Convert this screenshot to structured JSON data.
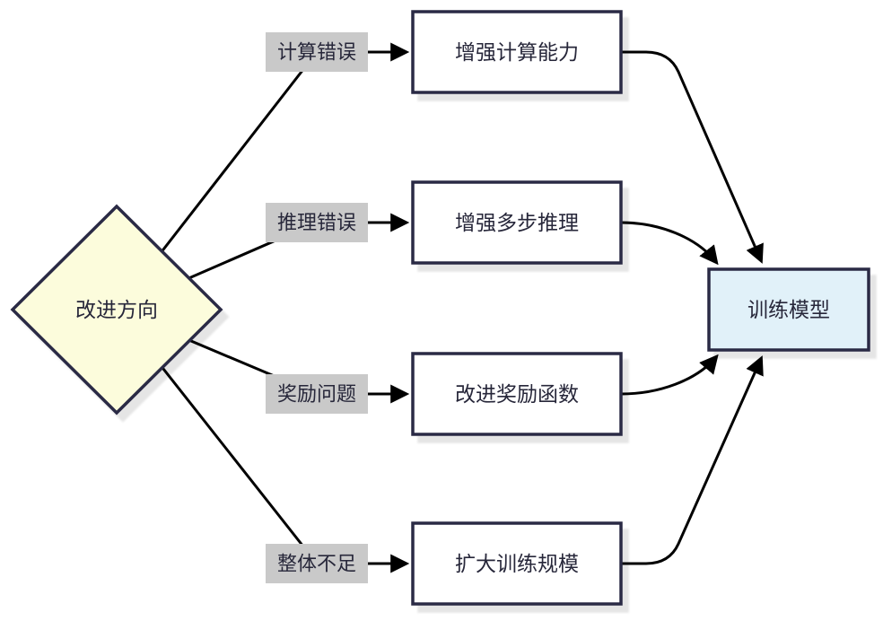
{
  "diagram_type": "flowchart",
  "decision": {
    "label": "改进方向"
  },
  "branches": [
    {
      "edge_label": "计算错误",
      "node_label": "增强计算能力"
    },
    {
      "edge_label": "推理错误",
      "node_label": "增强多步推理"
    },
    {
      "edge_label": "奖励问题",
      "node_label": "改进奖励函数"
    },
    {
      "edge_label": "整体不足",
      "node_label": "扩大训练规模"
    }
  ],
  "target": {
    "label": "训练模型"
  },
  "colors": {
    "background": "#ffffff",
    "decision_fill": "#fcfcdc",
    "node_fill": "#ffffff",
    "target_fill": "#e1f1f9",
    "border": "#2a2a44",
    "text": "#27273a",
    "edge_label_bg": "#c9c9c9",
    "connector": "#000000"
  }
}
